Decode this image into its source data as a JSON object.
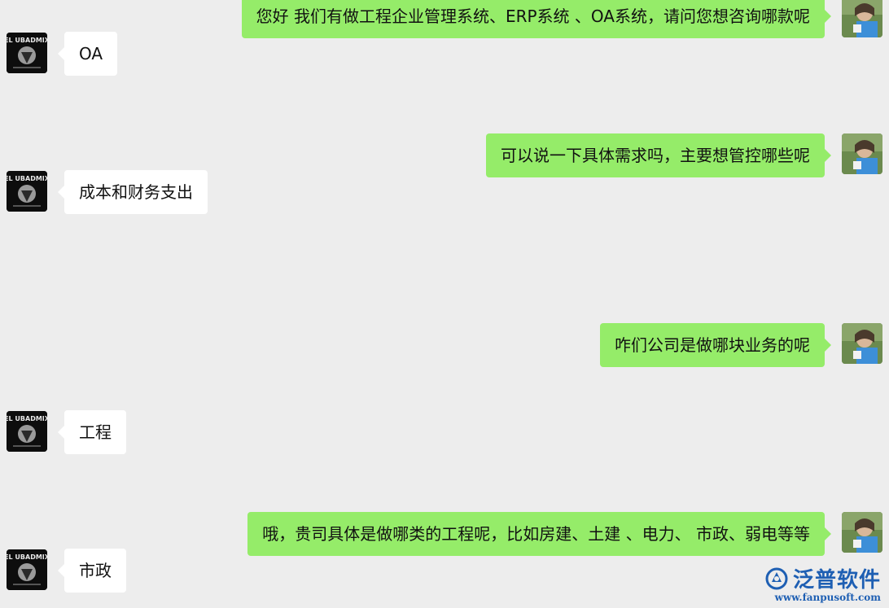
{
  "messages": [
    {
      "side": "right",
      "text": "您好 我们有做工程企业管理系统、ERP系统 、OA系统，请问您想咨询哪款呢"
    },
    {
      "side": "left",
      "text": "OA"
    },
    {
      "side": "right",
      "text": "可以说一下具体需求吗，主要想管控哪些呢"
    },
    {
      "side": "left",
      "text": "成本和财务支出"
    },
    {
      "side": "right",
      "text": "咋们公司是做哪块业务的呢"
    },
    {
      "side": "left",
      "text": "工程"
    },
    {
      "side": "right",
      "text": "哦，贵司具体是做哪类的工程呢，比如房建、土建 、电力、 市政、弱电等等"
    },
    {
      "side": "left",
      "text": "市政"
    }
  ],
  "avatars": {
    "left_caption": "EL UBADMIX",
    "left_desc": "black-white-logo-avatar",
    "right_desc": "photo-avatar"
  },
  "watermark": {
    "name": "泛普软件",
    "url": "www.fanpusoft.com"
  },
  "colors": {
    "background": "#ededed",
    "sent_bubble": "#95ec69",
    "received_bubble": "#ffffff",
    "watermark": "#1e5fb3"
  }
}
